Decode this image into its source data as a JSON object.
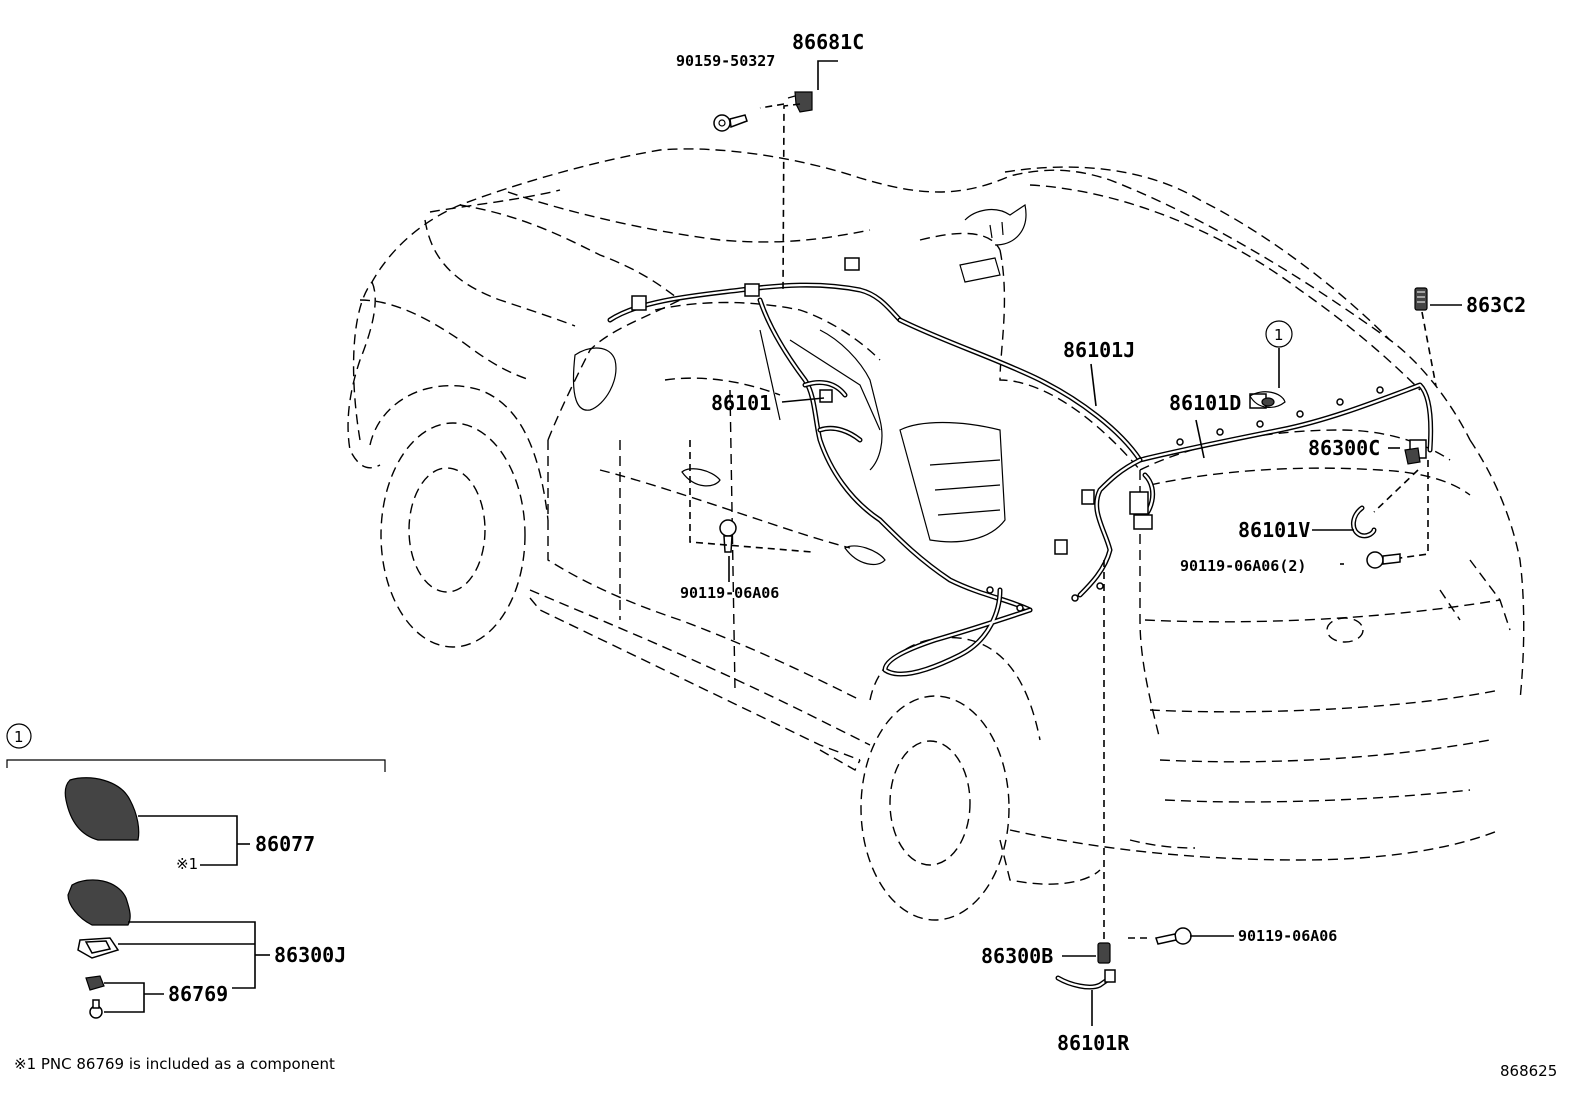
{
  "labels": {
    "p86681C": "86681C",
    "p90159_50327": "90159-50327",
    "p86101J": "86101J",
    "p863C2": "863C2",
    "p86101D": "86101D",
    "p86300C": "86300C",
    "p86101": "86101",
    "p86101V": "86101V",
    "p90119_06A06_2": "90119-06A06(2)",
    "p90119_06A06_a": "90119-06A06",
    "p90119_06A06_b": "90119-06A06",
    "p86300B": "86300B",
    "p86101R": "86101R",
    "p86077": "86077",
    "p86300J": "86300J",
    "p86769": "86769"
  },
  "callouts": {
    "circle_main": "1",
    "circle_inset": "1",
    "note_mark": "※1"
  },
  "footnote": "※1 PNC 86769 is included as a component",
  "diagram_id": "868625"
}
